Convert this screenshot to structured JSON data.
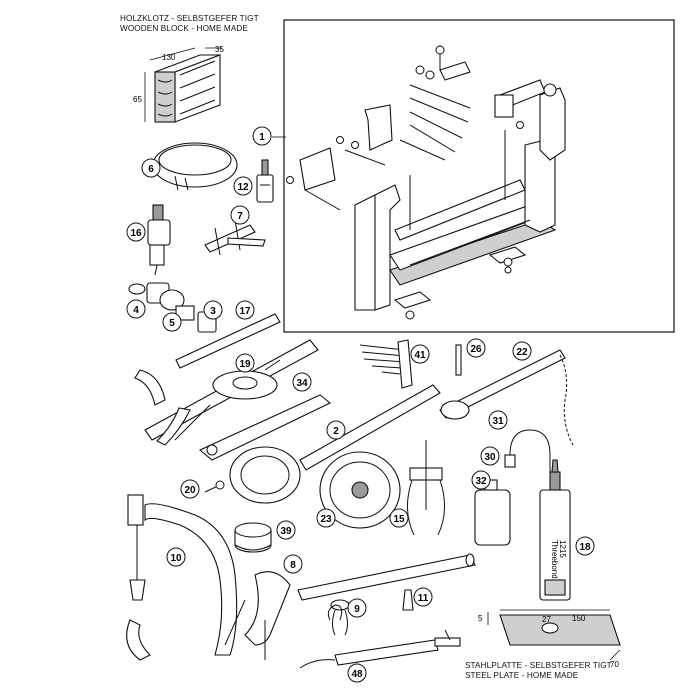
{
  "header_wood": {
    "line1": "HOLZKLOTZ - SELBSTGEFER TIGT",
    "line2": "WOODEN BLOCK - HOME MADE",
    "dims": [
      "130",
      "35",
      "65"
    ]
  },
  "header_steel": {
    "line1": "STAHLPLATTE - SELBSTGEFER TIGT",
    "line2": "STEEL PLATE - HOME MADE",
    "dims": [
      "5",
      "150",
      "27",
      "70"
    ]
  },
  "callouts": [
    "1",
    "6",
    "12",
    "16",
    "7",
    "4",
    "5",
    "3",
    "17",
    "19",
    "41",
    "26",
    "22",
    "34",
    "2",
    "31",
    "30",
    "20",
    "32",
    "23",
    "15",
    "39",
    "18",
    "10",
    "8",
    "9",
    "11",
    "48"
  ],
  "labels": {
    "threebond": "Threebond",
    "threebond_code": "1215"
  }
}
